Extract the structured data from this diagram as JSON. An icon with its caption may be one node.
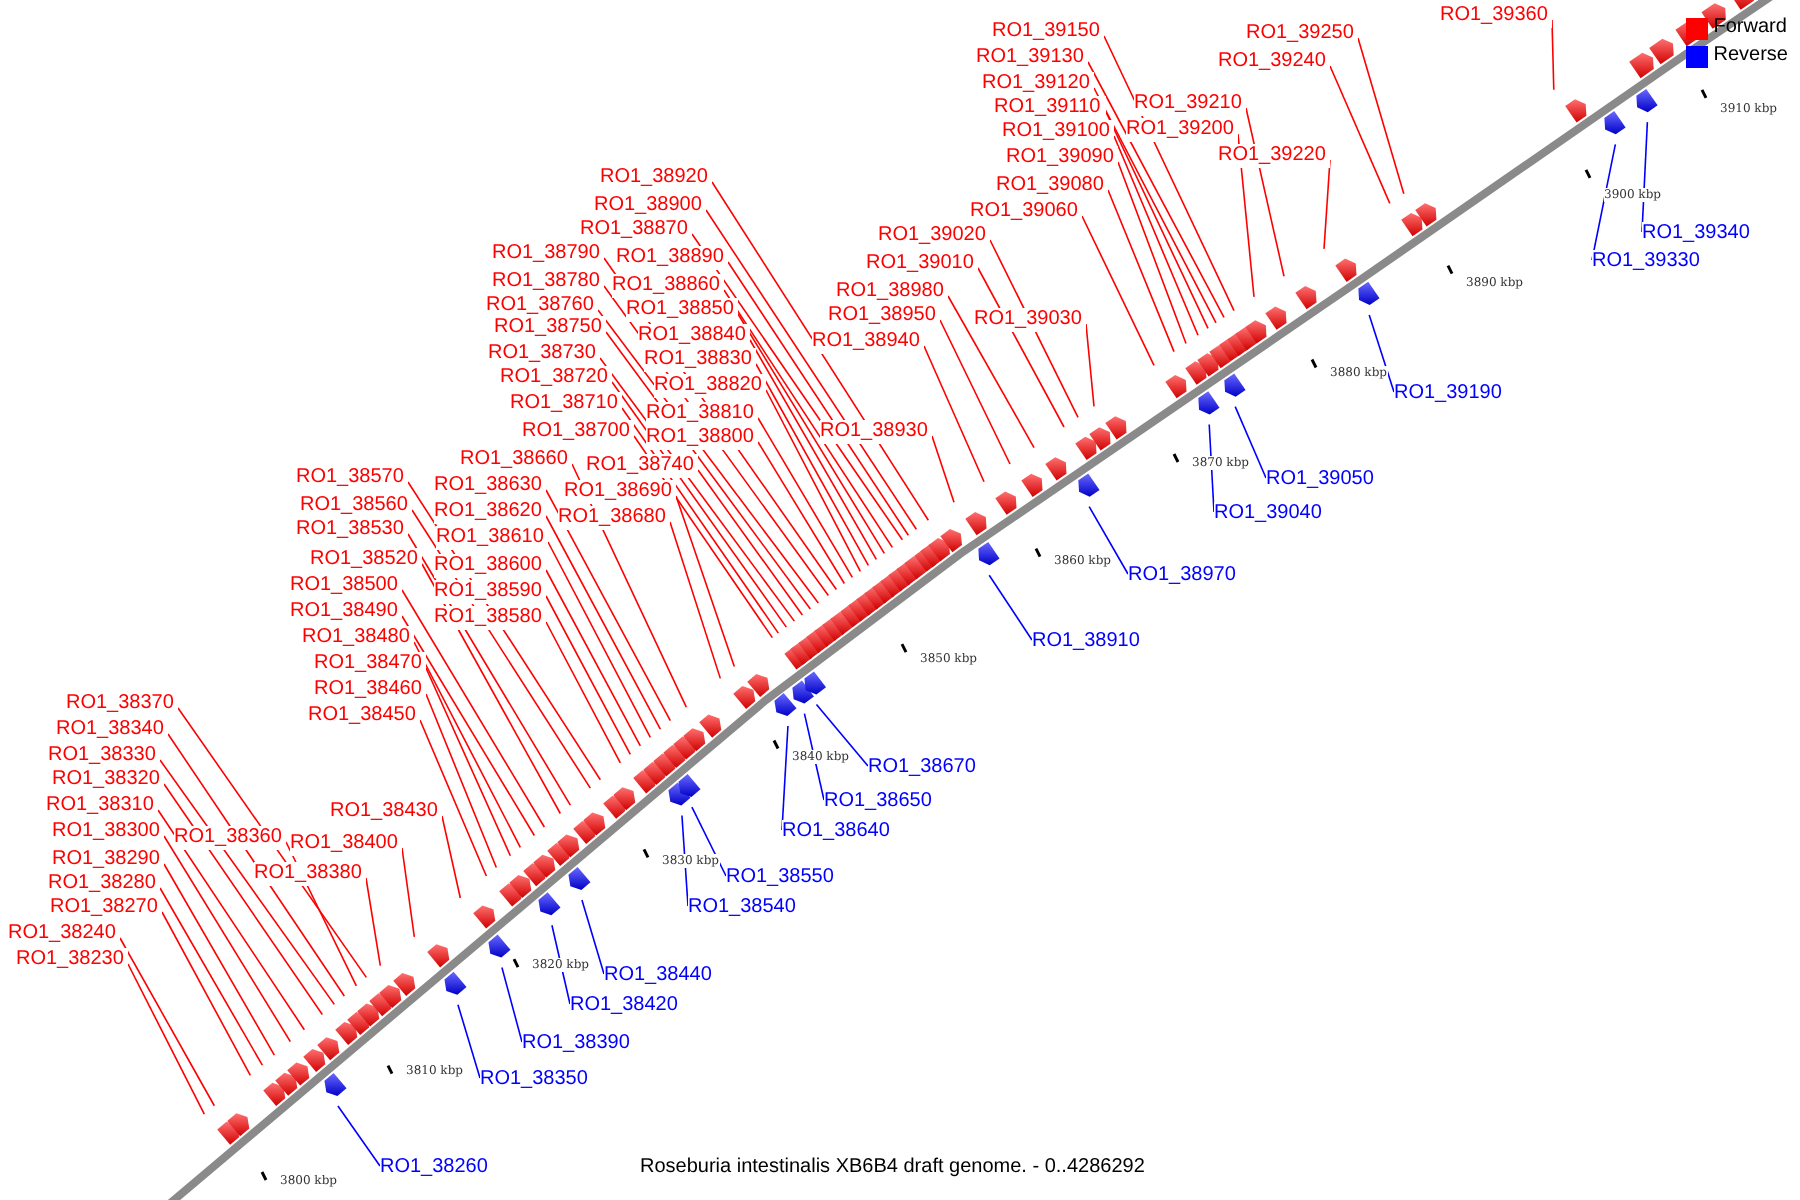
{
  "diagram": {
    "caption": "Roseburia intestinalis XB6B4 draft genome. - 0..4286292",
    "nodes": [
      {
        "text": [
          "RO1_38230"
        ]
      },
      {
        "text": [
          "RO1_38240"
        ]
      },
      {
        "text": [
          "RO1_38260"
        ]
      },
      {
        "text": [
          "RO1_38270"
        ]
      },
      {
        "text": [
          "RO1_38280"
        ]
      },
      {
        "text": [
          "RO1_38290"
        ]
      },
      {
        "text": [
          "RO1_38300"
        ]
      },
      {
        "text": [
          "RO1_38310"
        ]
      },
      {
        "text": [
          "RO1_38320"
        ]
      },
      {
        "text": [
          "RO1_38330"
        ]
      },
      {
        "text": [
          "RO1_38340"
        ]
      },
      {
        "text": [
          "RO1_38350"
        ]
      },
      {
        "text": [
          "RO1_38360"
        ]
      },
      {
        "text": [
          "RO1_38370"
        ]
      },
      {
        "text": [
          "RO1_38380"
        ]
      },
      {
        "text": [
          "RO1_38390"
        ]
      },
      {
        "text": [
          "RO1_38400"
        ]
      },
      {
        "text": [
          "RO1_38420"
        ]
      },
      {
        "text": [
          "RO1_38430"
        ]
      },
      {
        "text": [
          "RO1_38440"
        ]
      },
      {
        "text": [
          "RO1_38450"
        ]
      },
      {
        "text": [
          "RO1_38460"
        ]
      },
      {
        "text": [
          "RO1_38470"
        ]
      },
      {
        "text": [
          "RO1_38480"
        ]
      },
      {
        "text": [
          "RO1_38490"
        ]
      },
      {
        "text": [
          "RO1_38500"
        ]
      },
      {
        "text": [
          "RO1_38520"
        ]
      },
      {
        "text": [
          "RO1_38530"
        ]
      },
      {
        "text": [
          "RO1_38540"
        ]
      },
      {
        "text": [
          "RO1_38550"
        ]
      },
      {
        "text": [
          "RO1_38560"
        ]
      },
      {
        "text": [
          "RO1_38570"
        ]
      },
      {
        "text": [
          "RO1_38580"
        ]
      },
      {
        "text": [
          "RO1_38590"
        ]
      },
      {
        "text": [
          "RO1_38600"
        ]
      },
      {
        "text": [
          "RO1_38610"
        ]
      },
      {
        "text": [
          "RO1_38620"
        ]
      },
      {
        "text": [
          "RO1_38630"
        ]
      },
      {
        "text": [
          "RO1_38640"
        ]
      },
      {
        "text": [
          "RO1_38650"
        ]
      },
      {
        "text": [
          "RO1_38660"
        ]
      },
      {
        "text": [
          "RO1_38670"
        ]
      },
      {
        "text": [
          "RO1_38680"
        ]
      },
      {
        "text": [
          "RO1_38690"
        ]
      },
      {
        "text": [
          "RO1_38700"
        ]
      },
      {
        "text": [
          "RO1_38710"
        ]
      },
      {
        "text": [
          "RO1_38720"
        ]
      },
      {
        "text": [
          "RO1_38730"
        ]
      },
      {
        "text": [
          "RO1_38740"
        ]
      },
      {
        "text": [
          "RO1_38750"
        ]
      },
      {
        "text": [
          "RO1_38760"
        ]
      },
      {
        "text": [
          "RO1_38780"
        ]
      },
      {
        "text": [
          "RO1_38790"
        ]
      },
      {
        "text": [
          "RO1_38800"
        ]
      },
      {
        "text": [
          "RO1_38810"
        ]
      },
      {
        "text": [
          "RO1_38820"
        ]
      },
      {
        "text": [
          "RO1_38830"
        ]
      },
      {
        "text": [
          "RO1_38840"
        ]
      },
      {
        "text": [
          "RO1_38850"
        ]
      },
      {
        "text": [
          "RO1_38860"
        ]
      },
      {
        "text": [
          "RO1_38870"
        ]
      },
      {
        "text": [
          "RO1_38890"
        ]
      },
      {
        "text": [
          "RO1_38900"
        ]
      },
      {
        "text": [
          "RO1_38910"
        ]
      },
      {
        "text": [
          "RO1_38920"
        ]
      },
      {
        "text": [
          "RO1_38930"
        ]
      },
      {
        "text": [
          "RO1_38940"
        ]
      },
      {
        "text": [
          "RO1_38950"
        ]
      },
      {
        "text": [
          "RO1_38970"
        ]
      },
      {
        "text": [
          "RO1_38980"
        ]
      },
      {
        "text": [
          "RO1_39010"
        ]
      },
      {
        "text": [
          "RO1_39020"
        ]
      },
      {
        "text": [
          "RO1_39030"
        ]
      },
      {
        "text": [
          "RO1_39040"
        ]
      },
      {
        "text": [
          "RO1_39050"
        ]
      },
      {
        "text": [
          "RO1_39060"
        ]
      },
      {
        "text": [
          "RO1_39080"
        ]
      },
      {
        "text": [
          "RO1_39090"
        ]
      },
      {
        "text": [
          "RO1_39100"
        ]
      },
      {
        "text": [
          "RO1_39110"
        ]
      },
      {
        "text": [
          "RO1_39120"
        ]
      },
      {
        "text": [
          "RO1_39130"
        ]
      },
      {
        "text": [
          "RO1_39150"
        ]
      },
      {
        "text": [
          "RO1_39190"
        ]
      },
      {
        "text": [
          "RO1_39200"
        ]
      },
      {
        "text": [
          "RO1_39210"
        ]
      },
      {
        "text": [
          "RO1_39220"
        ]
      },
      {
        "text": [
          "RO1_39240"
        ]
      },
      {
        "text": [
          "RO1_39250"
        ]
      },
      {
        "text": [
          "RO1_39330"
        ]
      },
      {
        "text": [
          "RO1_39340"
        ]
      },
      {
        "text": [
          "RO1_39360"
        ]
      }
    ],
    "edges": [
      {
        "from": 0,
        "to": null,
        "arrow": "none"
      },
      {
        "from": 1,
        "to": null,
        "arrow": "none"
      },
      {
        "from": 2,
        "to": null,
        "arrow": "none",
        "color": "#0000ff"
      },
      {
        "from": 3,
        "to": null,
        "arrow": "none"
      },
      {
        "from": 4,
        "to": null,
        "arrow": "none"
      },
      {
        "from": 5,
        "to": null,
        "arrow": "none"
      },
      {
        "from": 6,
        "to": null,
        "arrow": "none"
      },
      {
        "from": 7,
        "to": null,
        "arrow": "none"
      },
      {
        "from": 8,
        "to": null,
        "arrow": "none"
      },
      {
        "from": 9,
        "to": null,
        "arrow": "none"
      },
      {
        "from": 10,
        "to": null,
        "arrow": "none"
      },
      {
        "from": 11,
        "to": null,
        "arrow": "none",
        "color": "#0000ff"
      },
      {
        "from": 12,
        "to": null,
        "arrow": "none"
      },
      {
        "from": 13,
        "to": null,
        "arrow": "none"
      },
      {
        "from": 14,
        "to": null,
        "arrow": "none"
      },
      {
        "from": 15,
        "to": null,
        "arrow": "none",
        "color": "#0000ff"
      },
      {
        "from": 16,
        "to": null,
        "arrow": "none"
      },
      {
        "from": 17,
        "to": null,
        "arrow": "none",
        "color": "#0000ff"
      },
      {
        "from": 18,
        "to": null,
        "arrow": "none"
      },
      {
        "from": 19,
        "to": null,
        "arrow": "none",
        "color": "#0000ff"
      },
      {
        "from": 20,
        "to": null,
        "arrow": "none"
      },
      {
        "from": 21,
        "to": null,
        "arrow": "none"
      },
      {
        "from": 22,
        "to": null,
        "arrow": "none"
      },
      {
        "from": 23,
        "to": null,
        "arrow": "none"
      },
      {
        "from": 24,
        "to": null,
        "arrow": "none"
      },
      {
        "from": 25,
        "to": null,
        "arrow": "none"
      },
      {
        "from": 26,
        "to": null,
        "arrow": "none"
      },
      {
        "from": 27,
        "to": null,
        "arrow": "none"
      },
      {
        "from": 28,
        "to": null,
        "arrow": "none",
        "color": "#0000ff"
      },
      {
        "from": 29,
        "to": null,
        "arrow": "none",
        "color": "#0000ff"
      },
      {
        "from": 30,
        "to": null,
        "arrow": "none"
      },
      {
        "from": 31,
        "to": null,
        "arrow": "none"
      },
      {
        "from": 32,
        "to": null,
        "arrow": "none"
      },
      {
        "from": 33,
        "to": null,
        "arrow": "none"
      },
      {
        "from": 34,
        "to": null,
        "arrow": "none"
      },
      {
        "from": 35,
        "to": null,
        "arrow": "none"
      },
      {
        "from": 36,
        "to": null,
        "arrow": "none"
      },
      {
        "from": 37,
        "to": null,
        "arrow": "none"
      },
      {
        "from": 38,
        "to": null,
        "arrow": "none",
        "color": "#0000ff"
      },
      {
        "from": 39,
        "to": null,
        "arrow": "none",
        "color": "#0000ff"
      },
      {
        "from": 40,
        "to": null,
        "arrow": "none"
      },
      {
        "from": 41,
        "to": null,
        "arrow": "none",
        "color": "#0000ff"
      },
      {
        "from": 42,
        "to": null,
        "arrow": "none"
      },
      {
        "from": 43,
        "to": null,
        "arrow": "none"
      },
      {
        "from": 44,
        "to": null,
        "arrow": "none"
      },
      {
        "from": 45,
        "to": null,
        "arrow": "none"
      },
      {
        "from": 46,
        "to": null,
        "arrow": "none"
      },
      {
        "from": 47,
        "to": null,
        "arrow": "none"
      },
      {
        "from": 48,
        "to": null,
        "arrow": "none"
      },
      {
        "from": 49,
        "to": null,
        "arrow": "none"
      },
      {
        "from": 50,
        "to": null,
        "arrow": "none"
      },
      {
        "from": 51,
        "to": null,
        "arrow": "none"
      },
      {
        "from": 52,
        "to": null,
        "arrow": "none"
      },
      {
        "from": 53,
        "to": null,
        "arrow": "none"
      },
      {
        "from": 54,
        "to": null,
        "arrow": "none"
      },
      {
        "from": 55,
        "to": null,
        "arrow": "none"
      },
      {
        "from": 56,
        "to": null,
        "arrow": "none"
      },
      {
        "from": 57,
        "to": null,
        "arrow": "none"
      },
      {
        "from": 58,
        "to": null,
        "arrow": "none"
      },
      {
        "from": 59,
        "to": null,
        "arrow": "none"
      },
      {
        "from": 60,
        "to": null,
        "arrow": "none"
      },
      {
        "from": 61,
        "to": null,
        "arrow": "none"
      },
      {
        "from": 62,
        "to": null,
        "arrow": "none"
      },
      {
        "from": 63,
        "to": null,
        "arrow": "none",
        "color": "#0000ff"
      },
      {
        "from": 64,
        "to": null,
        "arrow": "none"
      },
      {
        "from": 65,
        "to": null,
        "arrow": "none"
      },
      {
        "from": 66,
        "to": null,
        "arrow": "none"
      },
      {
        "from": 67,
        "to": null,
        "arrow": "none"
      },
      {
        "from": 68,
        "to": null,
        "arrow": "none",
        "color": "#0000ff"
      },
      {
        "from": 69,
        "to": null,
        "arrow": "none"
      },
      {
        "from": 70,
        "to": null,
        "arrow": "none"
      },
      {
        "from": 71,
        "to": null,
        "arrow": "none"
      },
      {
        "from": 72,
        "to": null,
        "arrow": "none"
      },
      {
        "from": 73,
        "to": null,
        "arrow": "none",
        "color": "#0000ff"
      },
      {
        "from": 74,
        "to": null,
        "arrow": "none",
        "color": "#0000ff"
      },
      {
        "from": 75,
        "to": null,
        "arrow": "none"
      },
      {
        "from": 76,
        "to": null,
        "arrow": "none"
      },
      {
        "from": 77,
        "to": null,
        "arrow": "none"
      },
      {
        "from": 78,
        "to": null,
        "arrow": "none"
      },
      {
        "from": 79,
        "to": null,
        "arrow": "none"
      },
      {
        "from": 80,
        "to": null,
        "arrow": "none"
      },
      {
        "from": 81,
        "to": null,
        "arrow": "none"
      },
      {
        "from": 82,
        "to": null,
        "arrow": "none"
      },
      {
        "from": 83,
        "to": null,
        "arrow": "none",
        "color": "#0000ff"
      },
      {
        "from": 84,
        "to": null,
        "arrow": "none"
      },
      {
        "from": 85,
        "to": null,
        "arrow": "none"
      },
      {
        "from": 86,
        "to": null,
        "arrow": "none"
      },
      {
        "from": 87,
        "to": null,
        "arrow": "none"
      },
      {
        "from": 88,
        "to": null,
        "arrow": "none"
      },
      {
        "from": 89,
        "to": null,
        "arrow": "none",
        "color": "#0000ff"
      },
      {
        "from": 90,
        "to": null,
        "arrow": "none",
        "color": "#0000ff"
      },
      {
        "from": 91,
        "to": null,
        "arrow": "none"
      }
    ],
    "labels": [
      "3800 kbp",
      "3810 kbp",
      "3820 kbp",
      "3830 kbp",
      "3840 kbp",
      "3850 kbp",
      "3860 kbp",
      "3870 kbp",
      "3880 kbp",
      "3890 kbp",
      "3900 kbp",
      "3910 kbp"
    ],
    "legend": [
      {
        "text": "Forward",
        "color": "#ff0000"
      },
      {
        "text": "Reverse",
        "color": "#0000ff"
      }
    ]
  }
}
